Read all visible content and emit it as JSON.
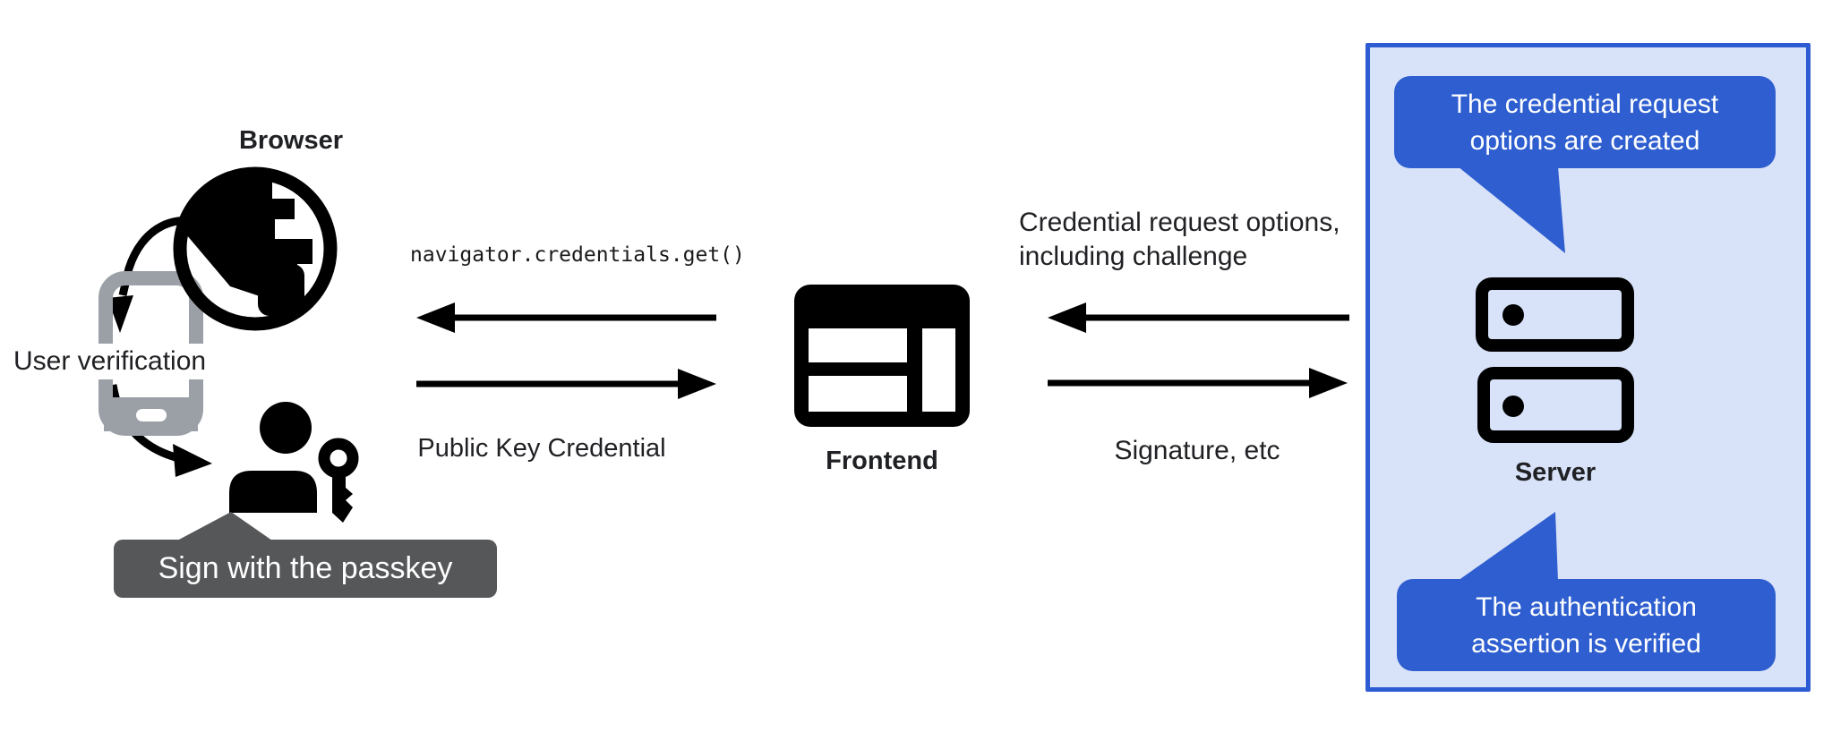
{
  "labels": {
    "browser": "Browser",
    "user_verification": "User verification",
    "passkey_tooltip": "Sign with the passkey",
    "frontend": "Frontend",
    "server": "Server"
  },
  "messages": {
    "get_call": "navigator.credentials.get()",
    "public_key_credential": "Public Key Credential",
    "credential_request_line1": "Credential request options,",
    "credential_request_line2": "including challenge",
    "signature": "Signature, etc"
  },
  "callouts": {
    "top_line1": "The credential request",
    "top_line2": "options are created",
    "bottom_line1": "The authentication",
    "bottom_line2": "assertion is verified"
  },
  "icons": [
    "globe-icon",
    "smartphone-icon",
    "person-icon",
    "key-icon",
    "browser-window-icon",
    "server-icon"
  ],
  "colors": {
    "bubble_blue": "#2e5ecf",
    "panel_border": "#2d5bd2",
    "panel_bg": "#d8e2f8",
    "tooltip_gray": "#565759",
    "phone_gray": "#9aa0a6",
    "ink": "#000000",
    "text": "#202124"
  }
}
